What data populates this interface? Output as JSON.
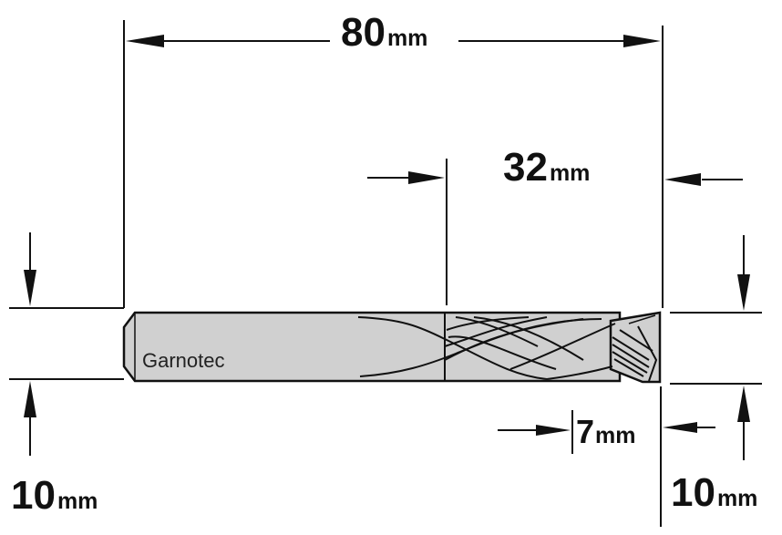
{
  "dimensions": {
    "total_length": {
      "value": "80",
      "unit": "mm"
    },
    "cutting_length": {
      "value": "32",
      "unit": "mm"
    },
    "shank_diameter": {
      "value": "10",
      "unit": "mm"
    },
    "cutting_diameter": {
      "value": "10",
      "unit": "mm"
    },
    "tip_length": {
      "value": "7",
      "unit": "mm"
    }
  },
  "tool": {
    "brand": "Garnotec"
  }
}
